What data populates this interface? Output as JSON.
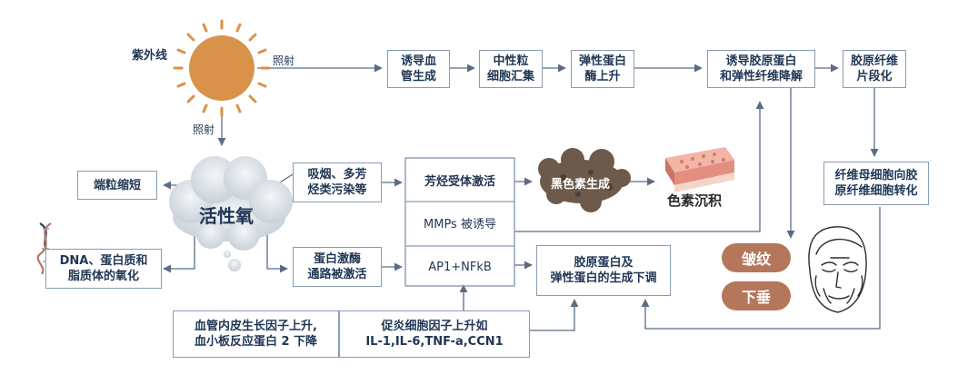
{
  "colors": {
    "box_border": "#8a9bb4",
    "arrow": "#5a6c86",
    "text": "#1f3654",
    "accent_pill": "#b5775c",
    "sun": "#d9924a",
    "cloud": "#d7dde4"
  },
  "icons": [
    "sun-icon",
    "cloud-icon",
    "dna-icon",
    "skin-layer-icon",
    "melanin-blob-icon",
    "face-icon"
  ],
  "labels": {
    "uv": "紫外线",
    "irradiate_right": "照射",
    "irradiate_down": "照射",
    "ros": "活性氧",
    "melanin_gen": "黑色素生成",
    "pigment_deposit": "色素沉积"
  },
  "boxes": {
    "angiogenesis": "诱导血\n管生成",
    "neutrophil": "中性粒\n细胞汇集",
    "elastase": "弹性蛋白\n酶上升",
    "degradation": "诱导胶原蛋白\n和弹性纤维降解",
    "fragmentation": "胶原纤维\n片段化",
    "telomere": "端粒缩短",
    "smoking": "吸烟、多芳\n烃类污染等",
    "ahr": "芳烃受体激活",
    "mmps": "MMPs 被诱导",
    "oxidation": "DNA、蛋白质和\n脂质体的氧化",
    "kinase": "蛋白激酶\n通路被激活",
    "ap1": "AP1+NFkB",
    "downregulate": "胶原蛋白及\n弹性蛋白的生成下调",
    "fibroblast": "纤维母细胞向胶\n原纤维细胞转化",
    "vegf": "血管内皮生长因子上升,\n血小板反应蛋白 2 下降",
    "cytokines": "促炎细胞因子上升如\nIL-1,IL-6,TNF-a,CCN1"
  },
  "outcomes": {
    "wrinkles": "皱纹",
    "sagging": "下垂"
  }
}
